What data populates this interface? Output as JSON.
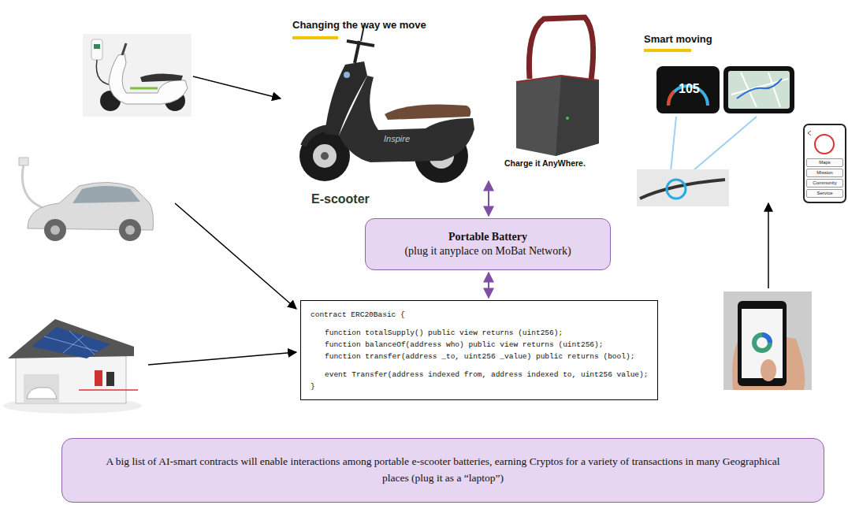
{
  "diagram": {
    "nodes": [
      {
        "text": [
          "Changing the way we move",
          "E-scooter"
        ]
      },
      {
        "text": [
          "Charge it AnyWhere."
        ]
      },
      {
        "text": [
          "Portable Battery",
          "(plug it anyplace on MoBat Network)"
        ]
      },
      {
        "text": [
          "contract ERC20Basic {",
          "function totalSupply() public view returns (uint256);",
          "function balanceOf(address who) public view returns (uint256);",
          "function transfer(address _to, uint256 _value) public returns (bool);",
          "event Transfer(address indexed from, address indexed to, uint256 value);",
          "}"
        ]
      },
      {
        "text": [
          "Smart moving"
        ]
      },
      {
        "text": [
          "Maps",
          "Mission",
          "Community",
          "Service"
        ]
      },
      {
        "text": [
          "A big list of AI-smart contracts will enable interactions among portable e-scooter batteries, earning Cryptos for a variety of transactions in many Geographical places (plug it as a “laptop”)"
        ]
      }
    ],
    "edges": [
      {
        "from": 1,
        "to": 2,
        "arrow": "both"
      },
      {
        "from": 2,
        "to": 3,
        "arrow": "both"
      }
    ],
    "labels": [
      "105",
      "Inspire"
    ]
  }
}
